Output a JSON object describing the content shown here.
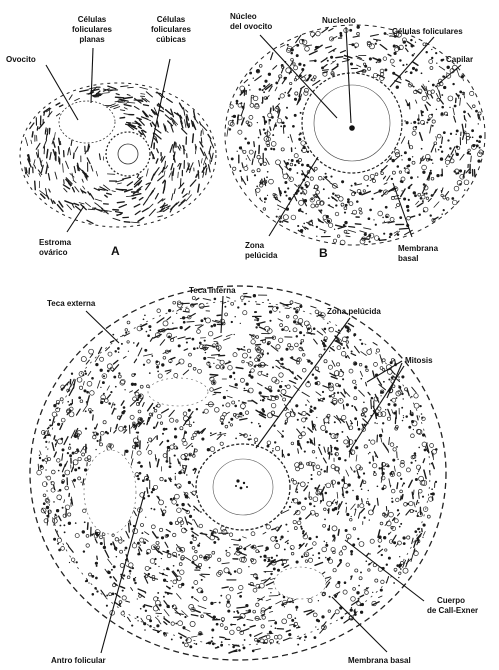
{
  "figure_a": {
    "panel_letter": "A",
    "labels": {
      "celulas_planas": [
        "Células",
        "foliculares",
        "planas"
      ],
      "celulas_cubicas": [
        "Células",
        "foliculares",
        "cúbicas"
      ],
      "ovocito": "Ovocito",
      "estroma": [
        "Estroma",
        "ovárico"
      ]
    }
  },
  "figure_b": {
    "panel_letter": "B",
    "labels": {
      "nucleo_ovocito": [
        "Núcleo",
        "del ovocito"
      ],
      "nucleolo": "Nucleolo",
      "celulas_foliculares": "Células foliculares",
      "capilar": "Capilar",
      "zona_pelucida": [
        "Zona",
        "pelúcida"
      ],
      "membrana_basal": [
        "Membrana",
        "basal"
      ]
    }
  },
  "figure_c": {
    "labels": {
      "teca_interna": "Teca interna",
      "teca_externa": "Teca externa",
      "zona_pelucida": "Zona pelúcida",
      "mitosis": "Mitosis",
      "cuerpo_call_exner": [
        "Cuerpo",
        "de Call-Exner"
      ],
      "antro_folicular": "Antro folicular",
      "membrana_basal": "Membrana basal"
    }
  },
  "colors": {
    "ink": "#111111",
    "paper": "#ffffff"
  }
}
